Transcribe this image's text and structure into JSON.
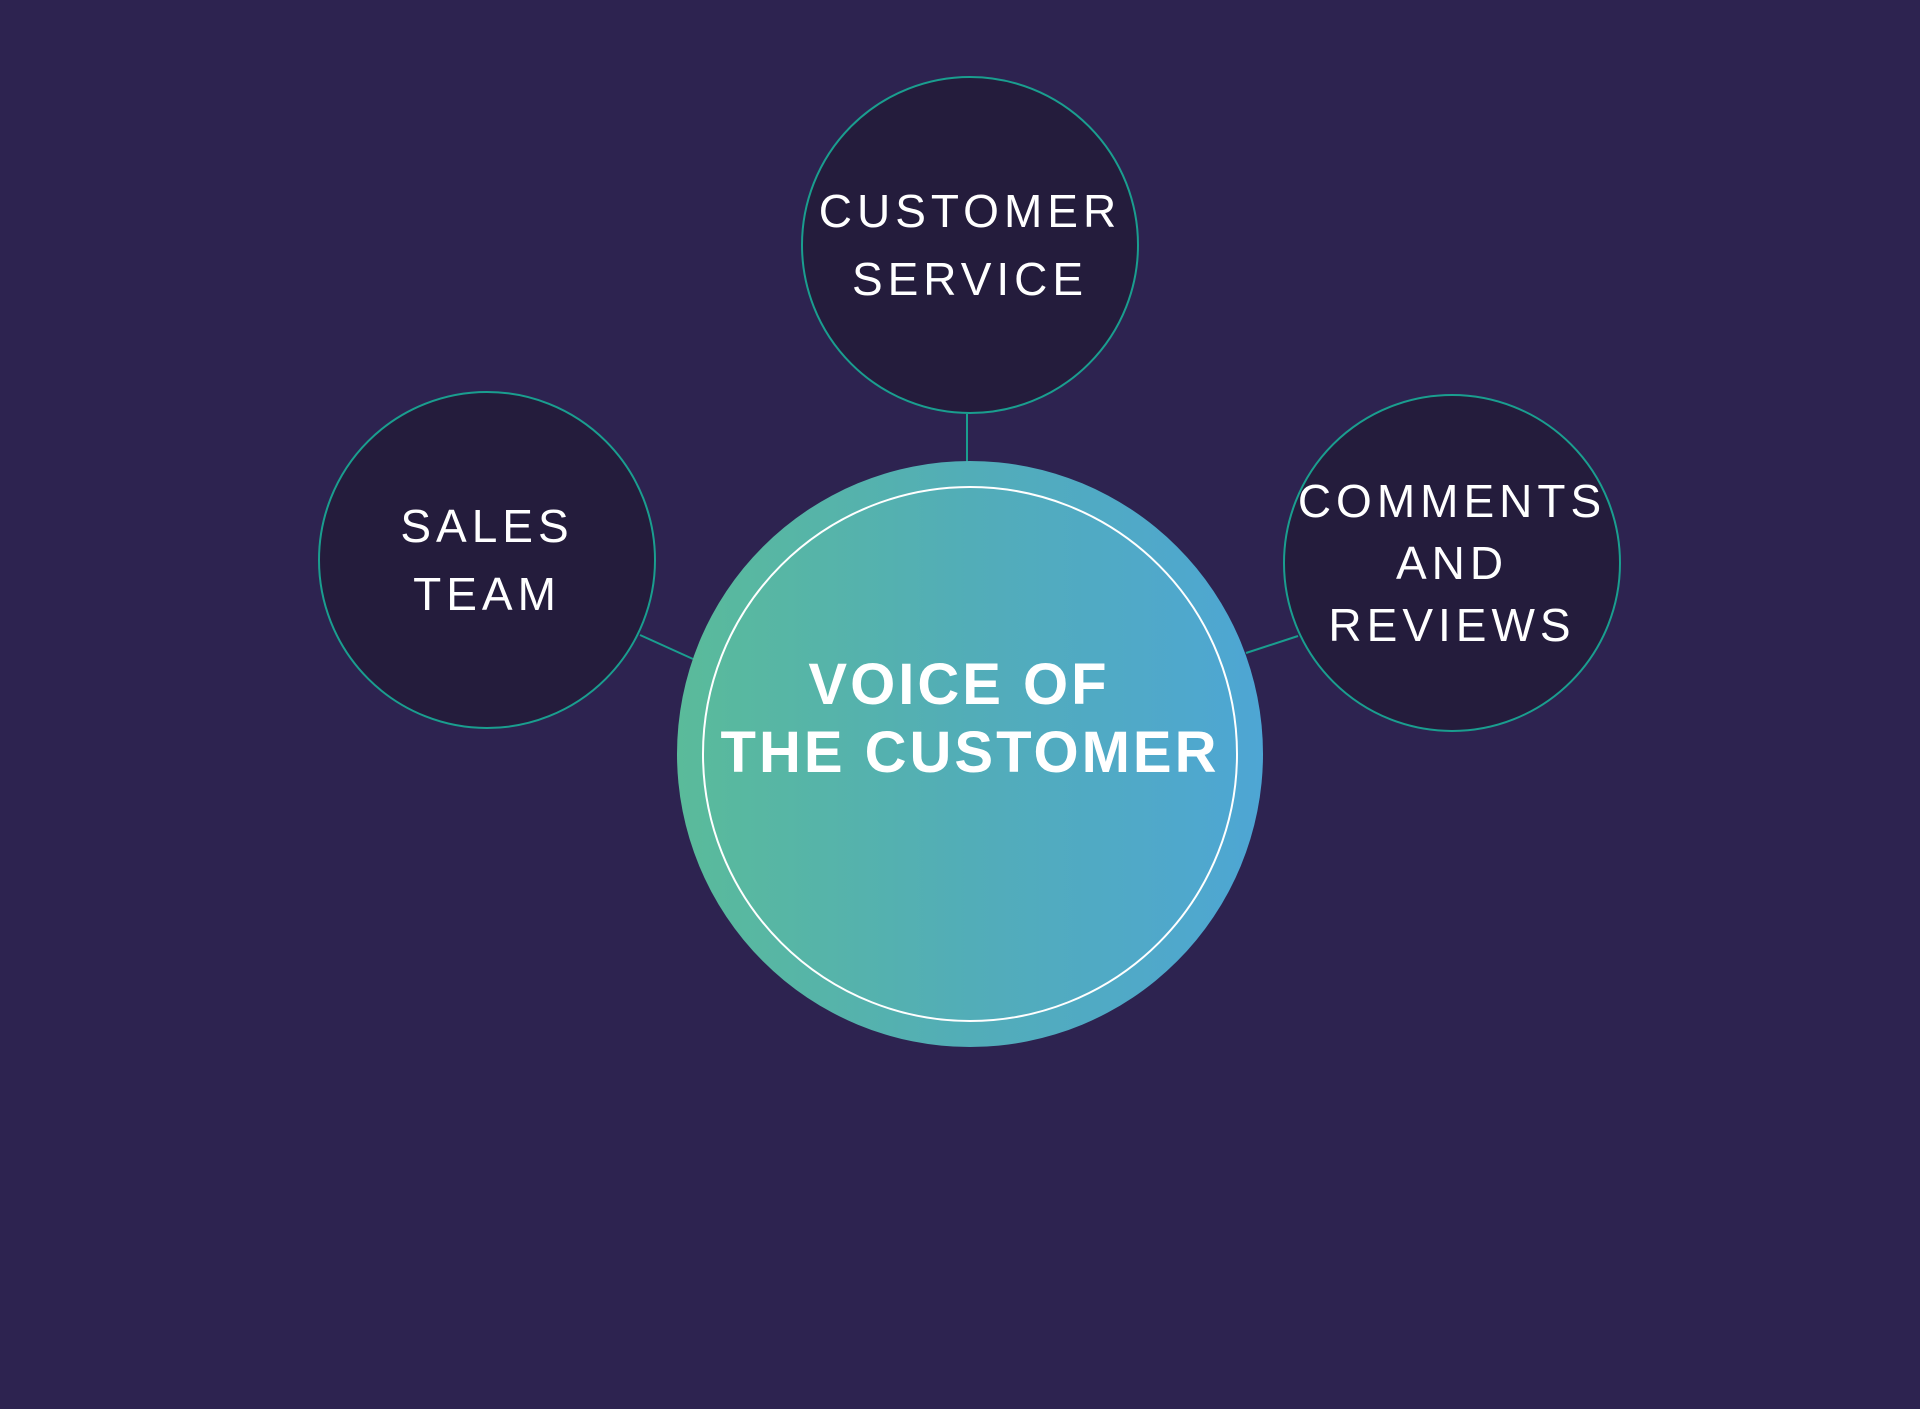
{
  "diagram": {
    "type": "hub-and-spoke",
    "colors": {
      "background": "#2d2350",
      "node_fill": "#241c3c",
      "node_stroke": "#1a9e8f",
      "connector": "#1a9e8f",
      "hub_gradient_start": "#5abb9a",
      "hub_gradient_end": "#4ea6d4",
      "text": "#ffffff"
    },
    "hub": {
      "lines": [
        "VOICE OF",
        "THE CUSTOMER"
      ]
    },
    "nodes": [
      {
        "id": "customer-service",
        "lines": [
          "CUSTOMER",
          "SERVICE"
        ]
      },
      {
        "id": "sales-team",
        "lines": [
          "SALES",
          "TEAM"
        ]
      },
      {
        "id": "comments-and-reviews",
        "lines": [
          "COMMENTS",
          "AND",
          "REVIEWS"
        ]
      }
    ]
  }
}
